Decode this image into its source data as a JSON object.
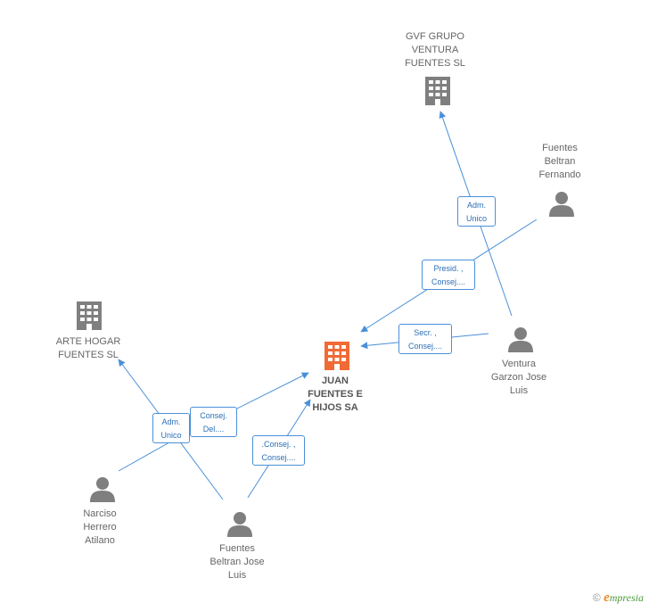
{
  "colors": {
    "edge": "#4a90d9",
    "node_gray": "#7f7f7f",
    "node_main": "#f06a35",
    "label": "#666666"
  },
  "nodes": {
    "juan": {
      "label": "JUAN\nFUENTES E\nHIJOS SA",
      "icon": "building-icon"
    },
    "gvf": {
      "label": "GVF GRUPO\nVENTURA\nFUENTES SL",
      "icon": "building-icon"
    },
    "arte": {
      "label": "ARTE HOGAR\nFUENTES  SL",
      "icon": "building-icon"
    },
    "fernando": {
      "label": "Fuentes\nBeltran\nFernando",
      "icon": "person-icon"
    },
    "ventura": {
      "label": "Ventura\nGarzon Jose\nLuis",
      "icon": "person-icon"
    },
    "narciso": {
      "label": "Narciso\nHerrero\nAtilano",
      "icon": "person-icon"
    },
    "fbjl": {
      "label": "Fuentes\nBeltran Jose\nLuis",
      "icon": "person-icon"
    }
  },
  "edges": {
    "e1": "Adm.\nUnico",
    "e2": "Presid. ,\nConsej....",
    "e3": "Secr. ,\nConsej....",
    "e4": "Adm.\nUnico",
    "e5": "Consej.\nDel....",
    "e6": ".Consej. ,\nConsej...."
  },
  "footer": {
    "copyright": "©",
    "brand_e": "e",
    "brand_rest": "mpresia"
  }
}
